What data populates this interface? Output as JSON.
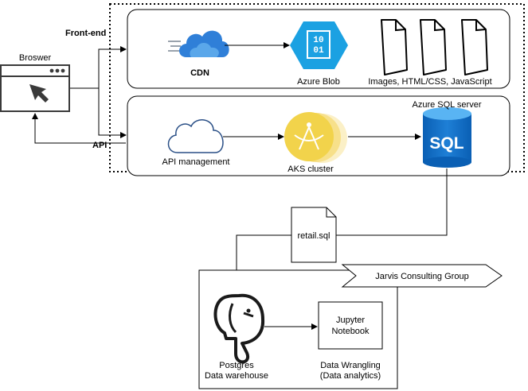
{
  "browser": {
    "label": "Broswer"
  },
  "frontend": {
    "label": "Front-end"
  },
  "api": {
    "label": "API"
  },
  "cdn": {
    "label": "CDN"
  },
  "azure_blob": {
    "label": "Azure Blob",
    "glyph_top": "10",
    "glyph_bottom": "01"
  },
  "files": {
    "label": "Images, HTML/CSS, JavaScript"
  },
  "sql_server": {
    "label": "Azure SQL server",
    "glyph": "SQL"
  },
  "api_management": {
    "label": "API management"
  },
  "aks": {
    "label": "AKS cluster"
  },
  "retail_sql": {
    "label": "retail.sql"
  },
  "jarvis": {
    "label": "Jarvis Consulting Group"
  },
  "postgres": {
    "line1": "Postgres",
    "line2": "Data warehouse"
  },
  "jupyter": {
    "line1": "Jupyter",
    "line2": "Notebook"
  },
  "wrangling": {
    "line1": "Data Wrangling",
    "line2": "(Data analytics)"
  },
  "colors": {
    "azure_blue": "#1ba1e2",
    "cdn_blue": "#2f7fd8",
    "aks_yellow": "#f2d34b",
    "sql_blue": "#0a5fb4"
  }
}
